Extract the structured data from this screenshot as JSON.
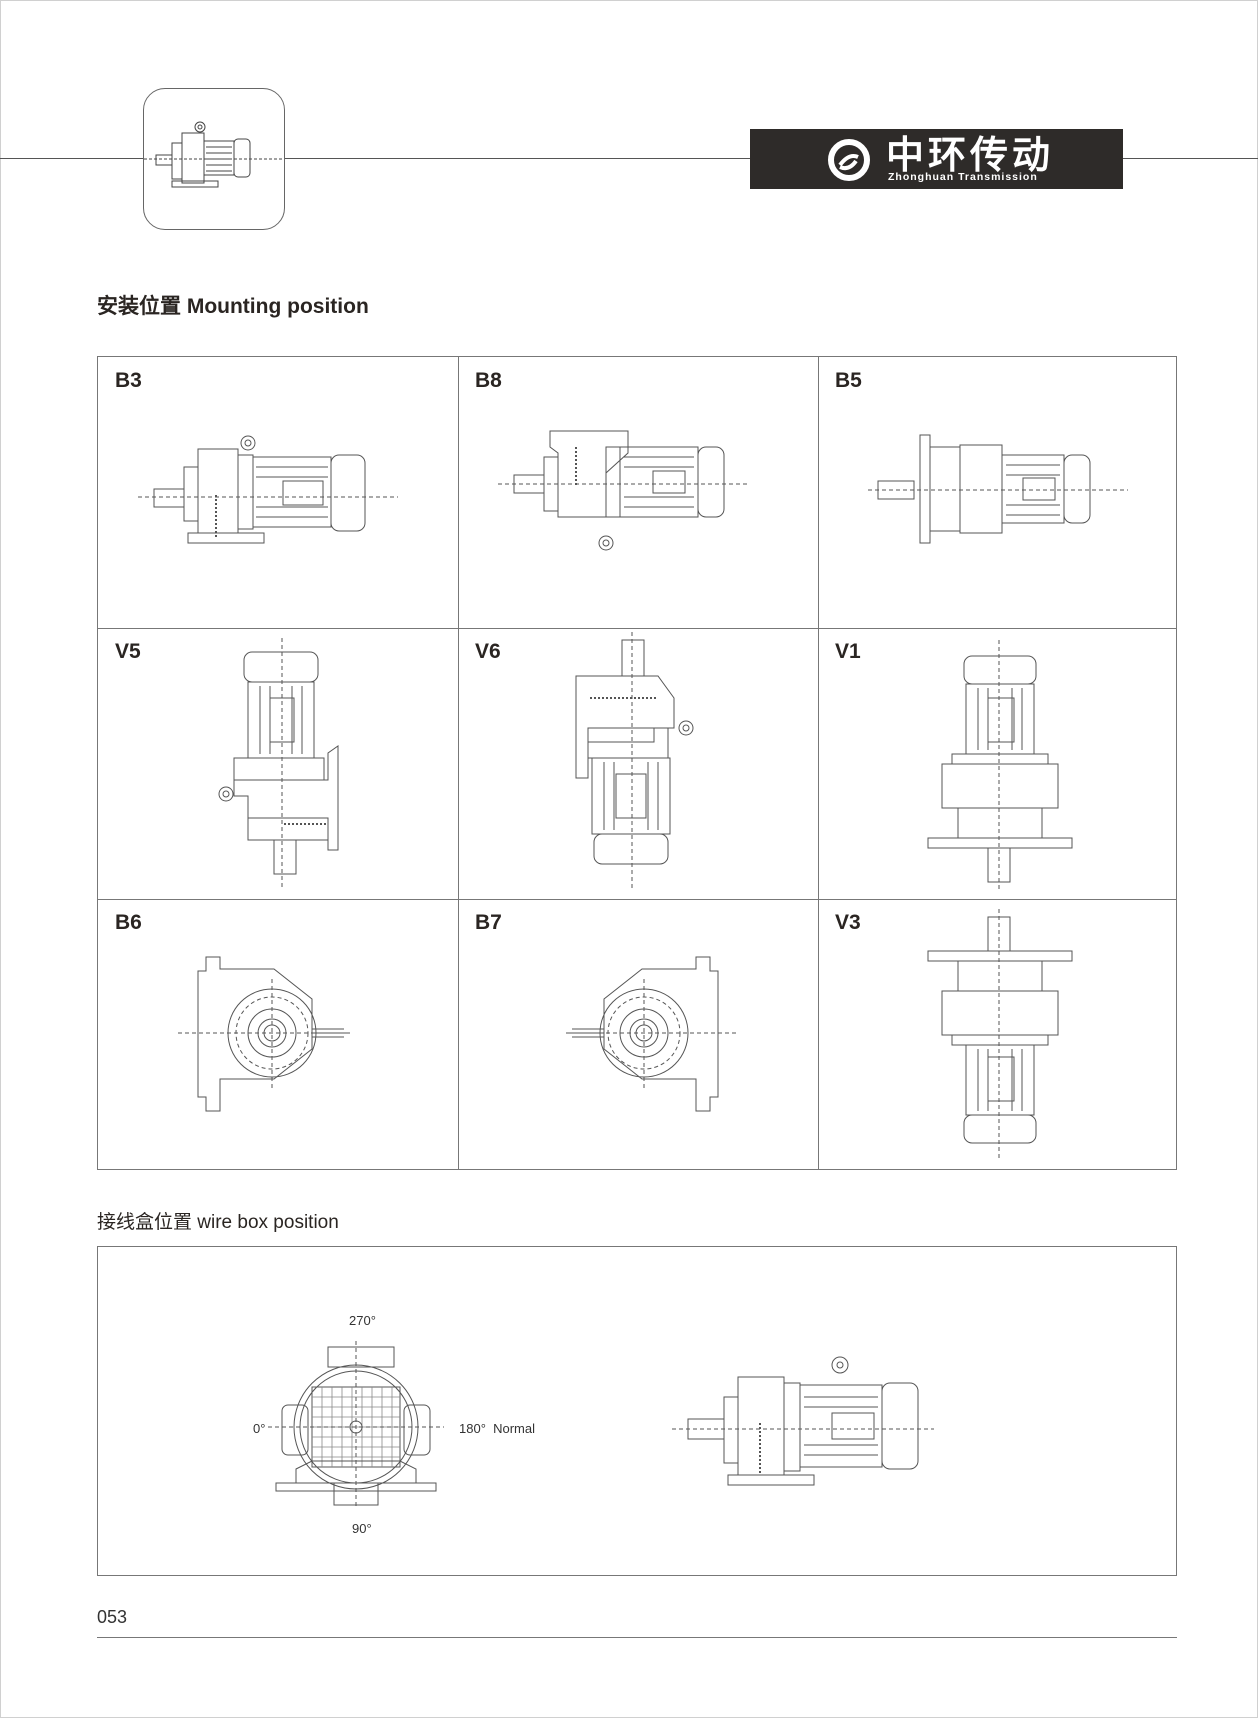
{
  "brand": {
    "name_cn": "中环传动",
    "name_en": "Zhonghuan Transmission"
  },
  "sections": {
    "mounting_title": "安装位置 Mounting position",
    "wirebox_title": "接线盒位置 wire box position"
  },
  "mounting_positions": [
    "B3",
    "B8",
    "B5",
    "V5",
    "V6",
    "V1",
    "B6",
    "B7",
    "V3"
  ],
  "wirebox": {
    "deg_top": "270°",
    "deg_left": "0°",
    "deg_right": "180°  Normal",
    "deg_bottom": "90°"
  },
  "page_number": "053",
  "colors": {
    "ink": "#2a2522",
    "logo_bg": "#2e2b29",
    "line": "#777777"
  }
}
